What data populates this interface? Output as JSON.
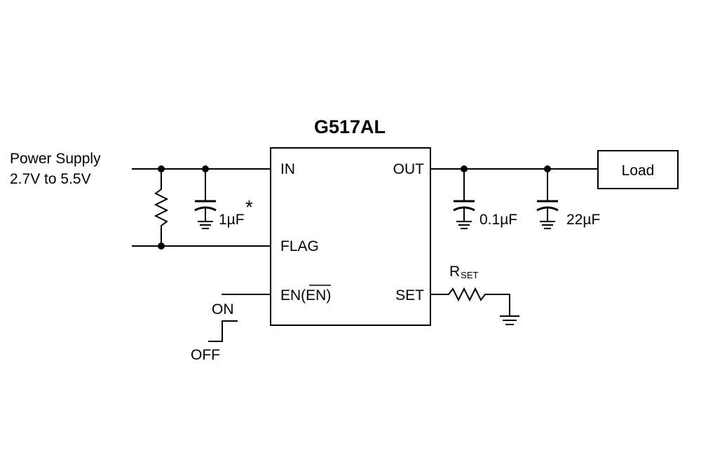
{
  "chip": {
    "name": "G517AL",
    "pins": {
      "in": "IN",
      "out": "OUT",
      "flag": "FLAG",
      "en": "EN(",
      "en_bar": "EN",
      "en_close": ")",
      "set": "SET"
    }
  },
  "supply": {
    "line1": "Power Supply",
    "line2": "2.7V to 5.5V"
  },
  "components": {
    "c_in": "1µF",
    "c_in_note": "*",
    "c_out1": "0.1µF",
    "c_out2": "22µF",
    "rset_main": "R",
    "rset_sub": "SET",
    "load": "Load"
  },
  "switch": {
    "on": "ON",
    "off": "OFF"
  }
}
